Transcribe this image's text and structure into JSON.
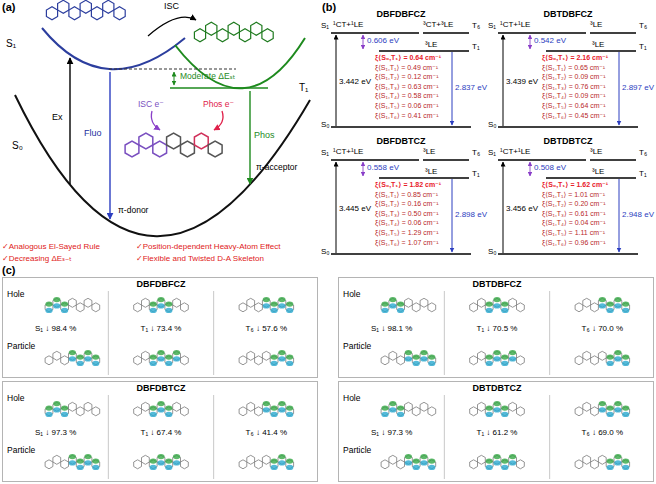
{
  "diagram": {
    "nodes": [
      {
        "text": [
          "DBFDBFCZ",
          "Hole",
          "Particle",
          "S₁ ↓ 98.4 %",
          "T₁ ↓ 73.4 %",
          "T₆ ↓ 57.6 %"
        ]
      },
      {
        "text": [
          "DBTDBFCZ",
          "Hole",
          "Particle",
          "S₁ ↓ 98.1 %",
          "T₁ ↓ 70.5 %",
          "T₆ ↓ 70.0 %"
        ]
      },
      {
        "text": [
          "DBFDBTCZ",
          "Hole",
          "Particle",
          "S₁ ↓ 97.3 %",
          "T₁ ↓ 67.4 %",
          "T₆ ↓ 41.4 %"
        ]
      },
      {
        "text": [
          "DBTDBTCZ",
          "Hole",
          "Particle",
          "S₁ ↓ 97.3 %",
          "T₁ ↓ 61.2 %",
          "T₆ ↓ 69.0 %"
        ]
      }
    ],
    "labels": [
      "(a)",
      "S₁",
      "T₁",
      "S₀",
      "ISC",
      "Ex",
      "Fluo",
      "Phos",
      "Moderate ΔEₛₜ",
      "ISC e⁻",
      "Phos e⁻",
      "π-donor",
      "π-acceptor",
      "✓Analogous El-Sayed Rule",
      "✓Position-dependent Heavy-Atom Effect",
      "✓Decreasing ΔEₛ₋ₜ",
      "✓Flexible and Twisted D-A Skeleton",
      "(b)",
      "DBFDBFCZ",
      "S₁",
      "¹CT+¹LE",
      "³CT+³LE",
      "T₆",
      "0.606 eV",
      "³LE",
      "T₁",
      "3.442 eV",
      "ξ⟨S₀,T₁⟩ = 0.64 cm⁻¹",
      "ξ⟨S₁,T₁⟩ = 0.49 cm⁻¹",
      "ξ⟨S₁,T₂⟩ = 0.12 cm⁻¹",
      "ξ⟨S₁,T₃⟩ = 0.63 cm⁻¹",
      "ξ⟨S₁,T₄⟩ = 0.58 cm⁻¹",
      "ξ⟨S₁,T₅⟩ = 0.06 cm⁻¹",
      "ξ⟨S₁,T₆⟩ = 0.41 cm⁻¹",
      "2.837 eV",
      "S₀",
      "DBTDBFCZ",
      "S₁",
      "¹CT+¹LE",
      "³LE",
      "T₆",
      "0.542 eV",
      "³LE",
      "T₁",
      "3.439 eV",
      "ξ⟨S₀,T₁⟩ = 2.16 cm⁻¹",
      "ξ⟨S₁,T₁⟩ = 0.65 cm⁻¹",
      "ξ⟨S₁,T₂⟩ = 0.09 cm⁻¹",
      "ξ⟨S₁,T₃⟩ = 0.76 cm⁻¹",
      "ξ⟨S₁,T₄⟩ = 0.09 cm⁻¹",
      "ξ⟨S₁,T₅⟩ = 0.64 cm⁻¹",
      "ξ⟨S₁,T₆⟩ = 0.45 cm⁻¹",
      "2.897 eV",
      "S₀",
      "DBFDBTCZ",
      "S₁",
      "¹CT+¹LE",
      "³LE",
      "T₆",
      "0.558 eV",
      "³LE",
      "T₁",
      "3.445 eV",
      "ξ⟨S₀,T₁⟩ = 1.82 cm⁻¹",
      "ξ⟨S₁,T₁⟩ = 0.85 cm⁻¹",
      "ξ⟨S₁,T₂⟩ = 0.16 cm⁻¹",
      "ξ⟨S₁,T₃⟩ = 0.50 cm⁻¹",
      "ξ⟨S₁,T₄⟩ = 0.06 cm⁻¹",
      "ξ⟨S₁,T₅⟩ = 1.29 cm⁻¹",
      "ξ⟨S₁,T₆⟩ = 1.07 cm⁻¹",
      "2.898 eV",
      "S₀",
      "DBTDBTCZ",
      "S₁",
      "¹CT+¹LE",
      "³LE",
      "T₆",
      "0.508 eV",
      "³LE",
      "T₁",
      "3.456 eV",
      "ξ⟨S₀,T₁⟩ = 1.62 cm⁻¹",
      "ξ⟨S₁,T₁⟩ = 1.01 cm⁻¹",
      "ξ⟨S₁,T₂⟩ = 0.20 cm⁻¹",
      "ξ⟨S₁,T₃⟩ = 0.61 cm⁻¹",
      "ξ⟨S₁,T₄⟩ = 0.04 cm⁻¹",
      "ξ⟨S₁,T₅⟩ = 1.11 cm⁻¹",
      "ξ⟨S₁,T₆⟩ = 0.96 cm⁻¹",
      "2.948 eV",
      "S₀",
      "(c)"
    ]
  }
}
